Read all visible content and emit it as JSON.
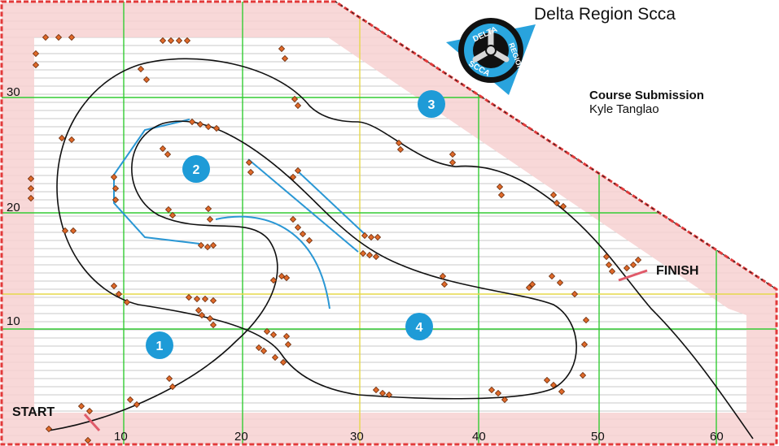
{
  "header": {
    "title": "Delta Region Scca",
    "subtitle": "Course Submission",
    "author": "Kyle Tanglao"
  },
  "logo": {
    "words": [
      "DELTA",
      "REGION",
      "SCCA"
    ],
    "colors": {
      "outer": "#29a3dd",
      "inner": "#111111",
      "ring": "#2aa7e0"
    }
  },
  "axes": {
    "x_ticks": [
      "10",
      "20",
      "30",
      "40",
      "50",
      "60"
    ],
    "y_ticks": [
      "30",
      "20",
      "10"
    ]
  },
  "labels": {
    "start": "START",
    "finish": "FINISH"
  },
  "sections": [
    {
      "label": "1"
    },
    {
      "label": "2"
    },
    {
      "label": "3"
    },
    {
      "label": "4"
    }
  ],
  "colors": {
    "grid_major": "#33cc33",
    "grid_yellow": "#e6d84a",
    "hatch": "#c8c8c8",
    "boundary": "#e23a3a",
    "runoff": "#f7d1d1",
    "cone": "#e06a2a",
    "section_marker": "#1e9bd7",
    "gate_line": "#2a97d4",
    "course_line": "#111111"
  }
}
